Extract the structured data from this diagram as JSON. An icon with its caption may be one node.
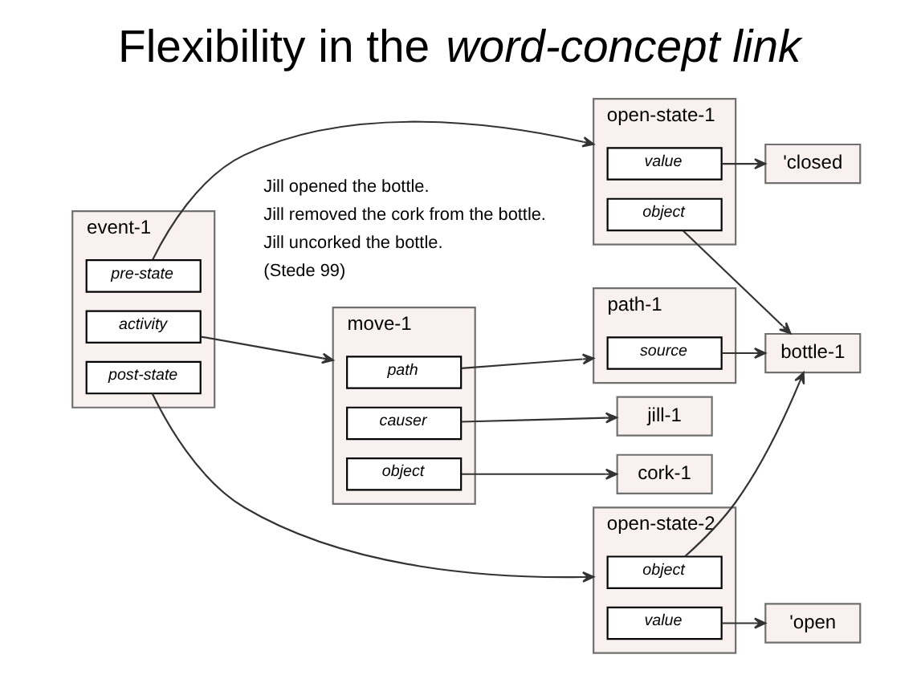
{
  "diagram": {
    "title": "Flexibility in the *word-concept link*",
    "nodes": [
      {
        "text": [
          "event-1"
        ]
      },
      {
        "text": [
          "pre-state"
        ],
        "in": 0
      },
      {
        "text": [
          "activity"
        ],
        "in": 0
      },
      {
        "text": [
          "post-state"
        ],
        "in": 0
      },
      {
        "text": [
          "open-state-1"
        ]
      },
      {
        "text": [
          "value"
        ],
        "in": 4
      },
      {
        "text": [
          "object"
        ],
        "in": 4
      },
      {
        "text": [
          "'closed"
        ]
      },
      {
        "text": [
          "move-1"
        ]
      },
      {
        "text": [
          "path"
        ],
        "in": 8
      },
      {
        "text": [
          "causer"
        ],
        "in": 8
      },
      {
        "text": [
          "object"
        ],
        "in": 8
      },
      {
        "text": [
          "path-1"
        ]
      },
      {
        "text": [
          "source"
        ],
        "in": 12
      },
      {
        "text": [
          "jill-1"
        ]
      },
      {
        "text": [
          "cork-1"
        ]
      },
      {
        "text": [
          "bottle-1"
        ]
      },
      {
        "text": [
          "open-state-2"
        ]
      },
      {
        "text": [
          "object"
        ],
        "in": 17
      },
      {
        "text": [
          "value"
        ],
        "in": 17
      },
      {
        "text": [
          "'open"
        ]
      }
    ],
    "edges": [
      {
        "from": 1,
        "to": 4,
        "arrow": "to"
      },
      {
        "from": 2,
        "to": 8,
        "arrow": "to"
      },
      {
        "from": 3,
        "to": 17,
        "arrow": "to"
      },
      {
        "from": 5,
        "to": 7,
        "arrow": "to"
      },
      {
        "from": 6,
        "to": 16,
        "arrow": "to"
      },
      {
        "from": 9,
        "to": 12,
        "arrow": "to"
      },
      {
        "from": 13,
        "to": 16,
        "arrow": "to"
      },
      {
        "from": 10,
        "to": 14,
        "arrow": "to"
      },
      {
        "from": 11,
        "to": 15,
        "arrow": "to"
      },
      {
        "from": 18,
        "to": 16,
        "arrow": "to"
      },
      {
        "from": 19,
        "to": 20,
        "arrow": "to"
      }
    ],
    "labels": [
      "Jill opened the bottle.",
      "Jill removed the cork from the bottle.",
      "Jill uncorked the bottle.",
      "(Stede 99)"
    ]
  }
}
